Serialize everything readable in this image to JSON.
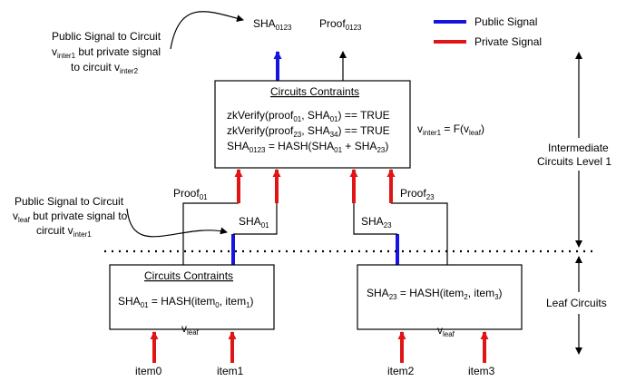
{
  "legend": {
    "public": {
      "label": "Public Signal",
      "color": "#1515e0"
    },
    "private": {
      "label": "Private Signal",
      "color": "#e01515"
    }
  },
  "top": {
    "sha": {
      "base": "SHA",
      "sub": "0123"
    },
    "proof": {
      "base": "Proof",
      "sub": "0123"
    }
  },
  "annotation_top": {
    "line1": "Public Signal to Circuit",
    "line2": {
      "p1": "v",
      "sub1": "inter1",
      "p2": " but private signal"
    },
    "line3": {
      "p1": "to circuit v",
      "sub1": "inter2"
    }
  },
  "annotation_mid": {
    "line1": "Public Signal to Circuit",
    "line2": {
      "p1": "v",
      "sub1": "leaf",
      "p2": " but private signal to"
    },
    "line3": {
      "p1": "circuit v",
      "sub1": "inter1"
    }
  },
  "inter_box": {
    "title": "Circuits Contraints",
    "line1": {
      "a": "zkVerify(proof",
      "s1": "01",
      "b": ", SHA",
      "s2": "01",
      "c": ") == TRUE"
    },
    "line2": {
      "a": "zkVerify(proof",
      "s1": "23",
      "b": ", SHA",
      "s2": "34",
      "c": ") == TRUE"
    },
    "line3": {
      "a": "SHA",
      "s1": "0123",
      "b": " = HASH(SHA",
      "s2": "01",
      "c": " + SHA",
      "s3": "23",
      "d": ")"
    },
    "side": {
      "a": "v",
      "s1": "inter1",
      "b": " = F(v",
      "s2": "leaf",
      "c": ")"
    }
  },
  "mid_labels": {
    "proof01": {
      "base": "Proof",
      "sub": "01"
    },
    "sha01": {
      "base": "SHA",
      "sub": "01"
    },
    "sha23": {
      "base": "SHA",
      "sub": "23"
    },
    "proof23": {
      "base": "Proof",
      "sub": "23"
    }
  },
  "leaf_left": {
    "title": "Circuits Contraints",
    "formula": {
      "a": "SHA",
      "s1": "01",
      "b": " = HASH(item",
      "s2": "0",
      "c": ", item",
      "s3": "1",
      "d": ")"
    },
    "vleaf": {
      "a": "v",
      "s1": "leaf"
    }
  },
  "leaf_right": {
    "formula": {
      "a": "SHA",
      "s1": "23",
      "b": " = HASH(item",
      "s2": "2",
      "c": ", item",
      "s3": "3",
      "d": ")"
    },
    "vleaf": {
      "a": "v",
      "s1": "leaf"
    }
  },
  "items": [
    "item0",
    "item1",
    "item2",
    "item3"
  ],
  "levels": {
    "intermediate_line1": "Intermediate",
    "intermediate_line2": "Circuits Level 1",
    "leaf": "Leaf Circuits"
  }
}
